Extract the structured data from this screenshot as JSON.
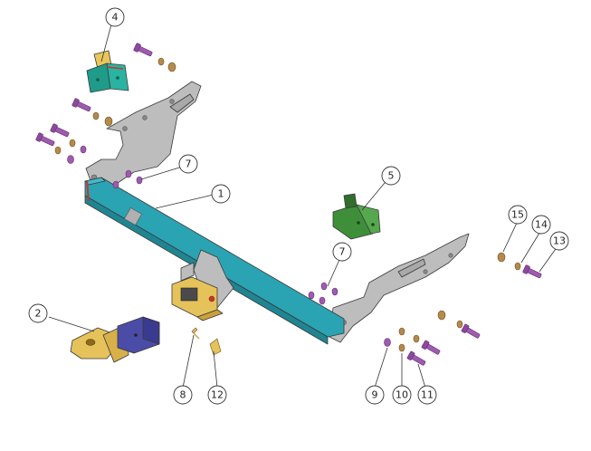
{
  "callouts": {
    "c1": "1",
    "c2": "2",
    "c4": "4",
    "c5": "5",
    "c7a": "7",
    "c7b": "7",
    "c8": "8",
    "c9": "9",
    "c10": "10",
    "c11": "11",
    "c12": "12",
    "c13": "13",
    "c14": "14",
    "c15": "15"
  },
  "colors": {
    "crossbar": "#2aa3b3",
    "brackets": "#b9b9b9",
    "ball_mount": "#e6c25a",
    "receiver_tube": "#4b4ba8",
    "left_plate": "#1f9b8a",
    "right_plate": "#3f8f3a",
    "bolts": "#a05ab0",
    "washers": "#b58a4a",
    "red_accent": "#c0392b"
  }
}
